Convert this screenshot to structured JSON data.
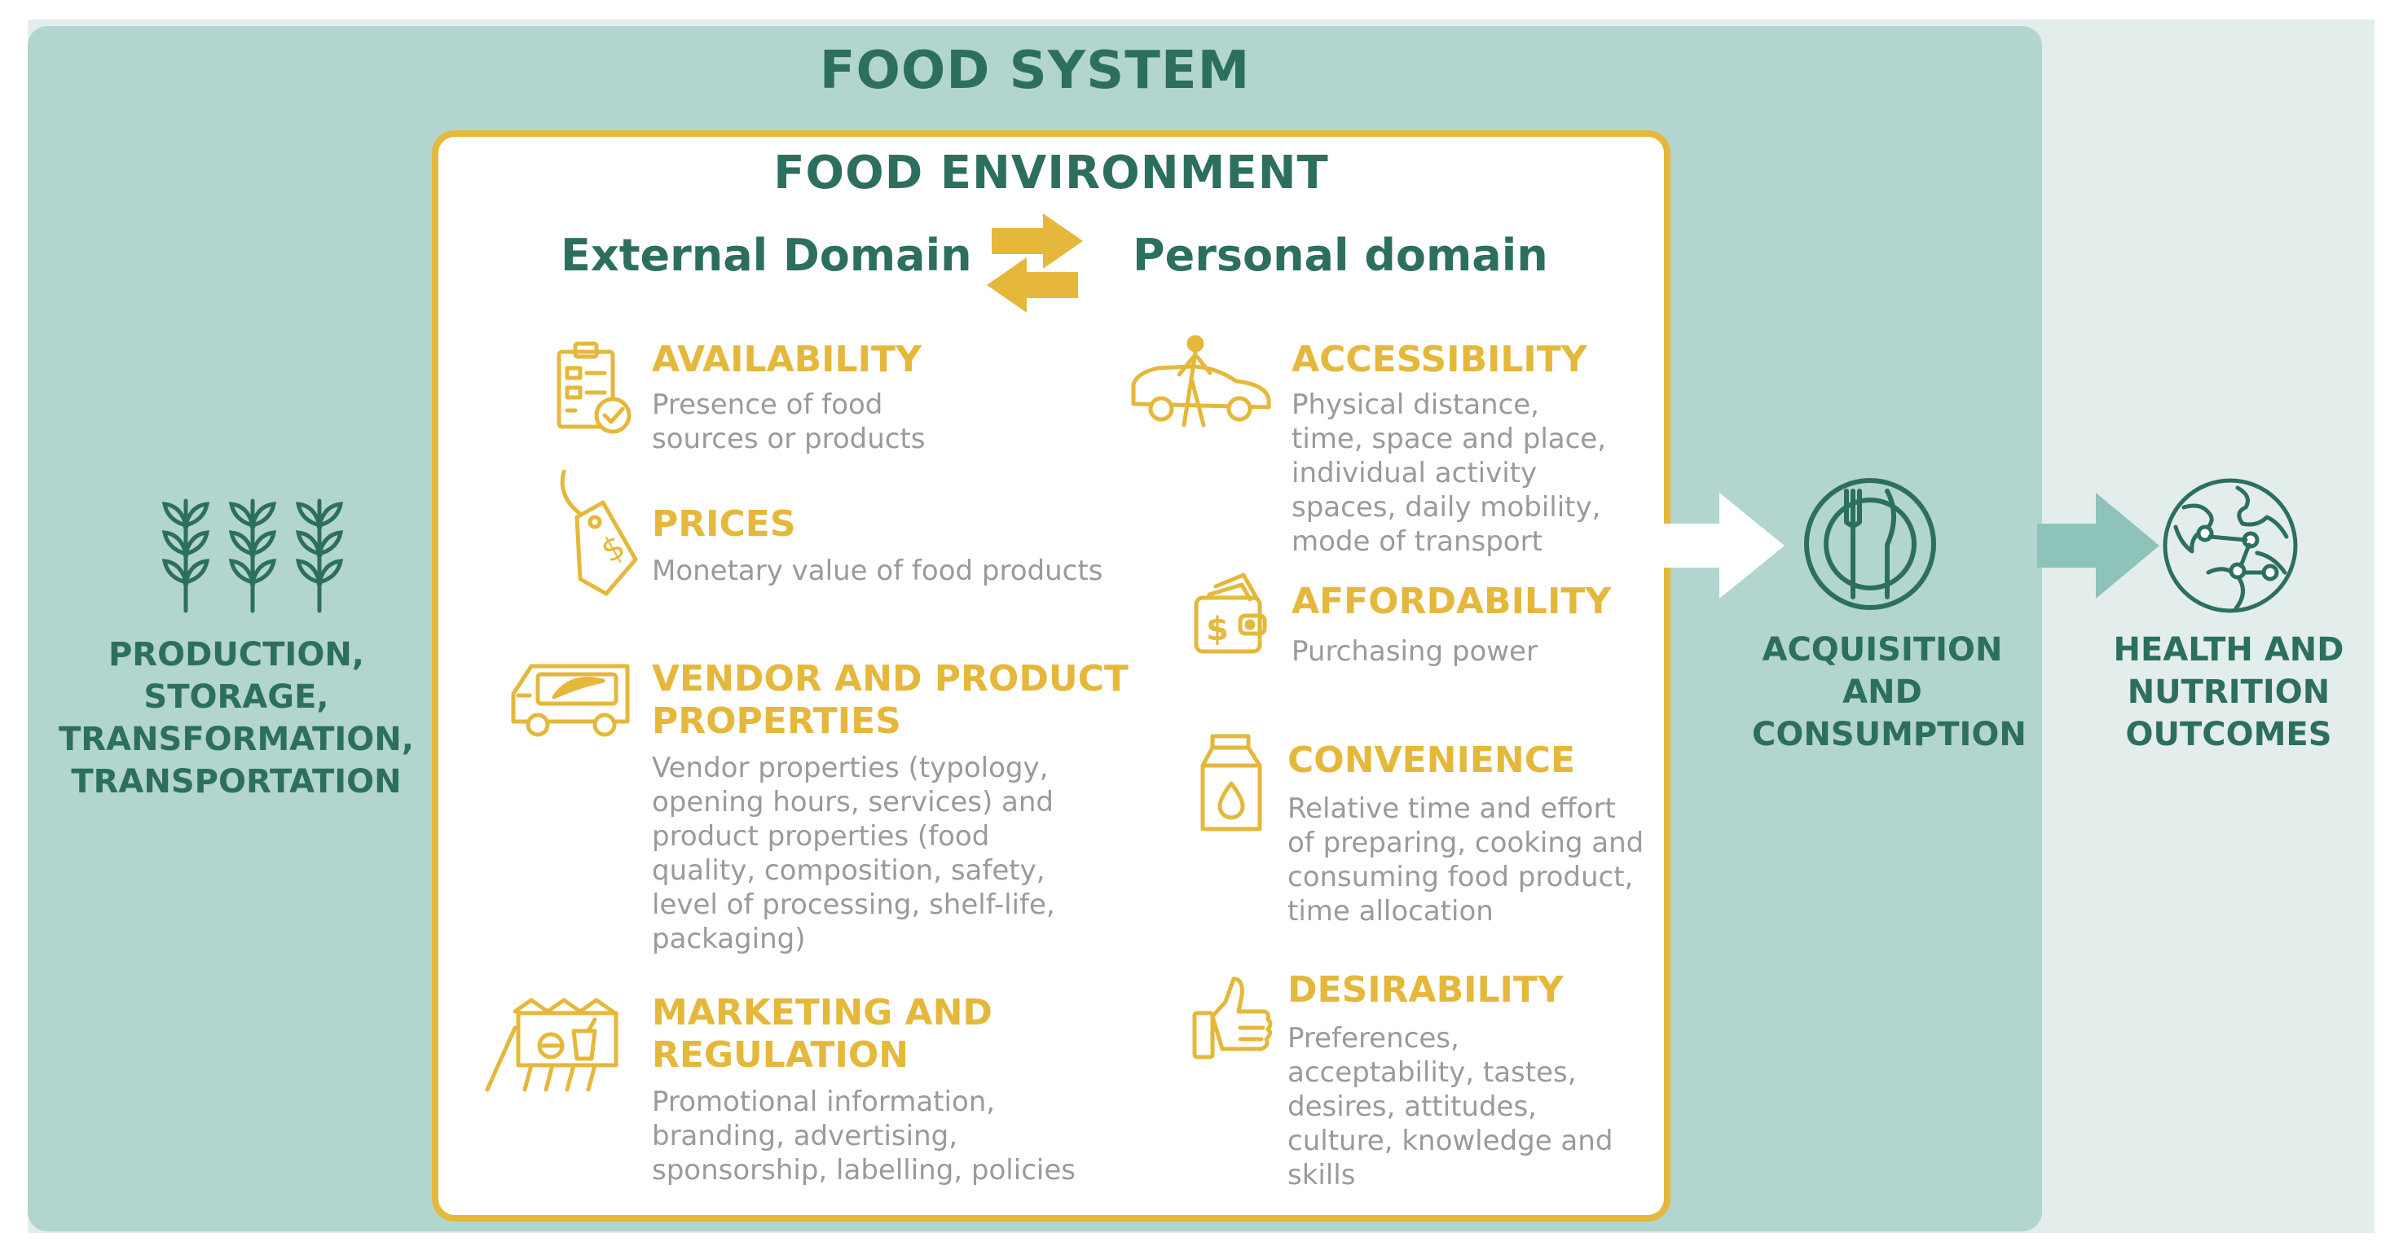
{
  "food_system": {
    "title": "FOOD SYSTEM",
    "left_label": [
      "PRODUCTION,",
      "STORAGE,",
      "TRANSFORMATION,",
      "TRANSPORTATION"
    ],
    "acquisition_label": [
      "ACQUISITION",
      "AND",
      "CONSUMPTION"
    ],
    "outcomes_label": [
      "HEALTH AND",
      "NUTRITION",
      "OUTCOMES"
    ]
  },
  "food_environment": {
    "title": "FOOD ENVIRONMENT",
    "external_domain": {
      "heading": "External Domain",
      "items": [
        {
          "title": [
            "AVAILABILITY"
          ],
          "lines": [
            "Presence of food",
            "sources or products"
          ],
          "icon": "checklist-icon"
        },
        {
          "title": [
            "PRICES"
          ],
          "lines": [
            "Monetary value of food products"
          ],
          "icon": "price-tag-icon"
        },
        {
          "title": [
            "VENDOR AND PRODUCT",
            "PROPERTIES"
          ],
          "lines": [
            "Vendor properties (typology,",
            "opening hours, services) and",
            "product properties (food",
            "quality, composition, safety,",
            "level of processing, shelf-life,",
            "packaging)"
          ],
          "icon": "food-truck-icon"
        },
        {
          "title": [
            "MARKETING AND",
            "REGULATION"
          ],
          "lines": [
            "Promotional information,",
            "branding, advertising,",
            "sponsorship, labelling, policies"
          ],
          "icon": "billboard-icon"
        }
      ]
    },
    "personal_domain": {
      "heading": "Personal domain",
      "items": [
        {
          "title": [
            "ACCESSIBILITY"
          ],
          "lines": [
            "Physical distance,",
            "time, space and place,",
            "individual activity",
            "spaces, daily mobility,",
            "mode of transport"
          ],
          "icon": "car-person-icon"
        },
        {
          "title": [
            "AFFORDABILITY"
          ],
          "lines": [
            "Purchasing power"
          ],
          "icon": "wallet-icon"
        },
        {
          "title": [
            "CONVENIENCE"
          ],
          "lines": [
            "Relative time and effort",
            "of preparing, cooking and",
            "consuming food product,",
            "time allocation"
          ],
          "icon": "milk-carton-icon"
        },
        {
          "title": [
            "DESIRABILITY"
          ],
          "lines": [
            "Preferences,",
            "acceptability, tastes,",
            "desires, attitudes,",
            "culture, knowledge and",
            "skills"
          ],
          "icon": "thumbs-up-icon"
        }
      ]
    }
  },
  "colors": {
    "teal_dark": "#2d6f5e",
    "teal_panel": "#b2d5cf",
    "teal_light": "#e3eeec",
    "arrow_teal": "#8dc3b9",
    "gold": "#e5b83b",
    "gray_text": "#9a9a9a"
  }
}
